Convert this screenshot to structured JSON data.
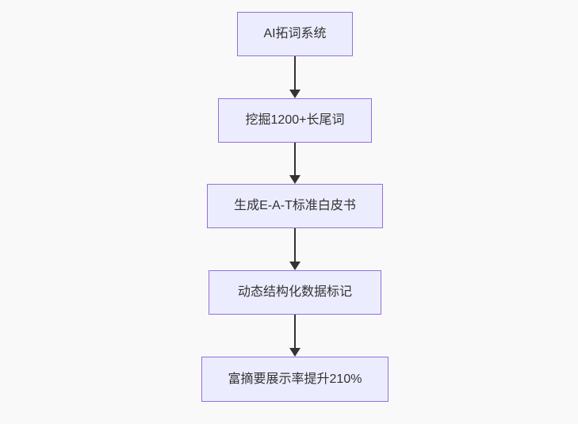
{
  "diagram": {
    "type": "flowchart",
    "direction": "top-to-bottom",
    "nodes": [
      {
        "id": "n1",
        "label": "AI拓词系统"
      },
      {
        "id": "n2",
        "label": "挖掘1200+长尾词"
      },
      {
        "id": "n3",
        "label": "生成E-A-T标准白皮书"
      },
      {
        "id": "n4",
        "label": "动态结构化数据标记"
      },
      {
        "id": "n5",
        "label": "富摘要展示率提升210%"
      }
    ],
    "edges": [
      {
        "from": "n1",
        "to": "n2"
      },
      {
        "from": "n2",
        "to": "n3"
      },
      {
        "from": "n3",
        "to": "n4"
      },
      {
        "from": "n4",
        "to": "n5"
      }
    ],
    "colors": {
      "background": "#f9f9f9",
      "node_fill": "#ECECFF",
      "node_border": "#9370DB",
      "edge_line": "#333333",
      "text": "#333333"
    }
  }
}
